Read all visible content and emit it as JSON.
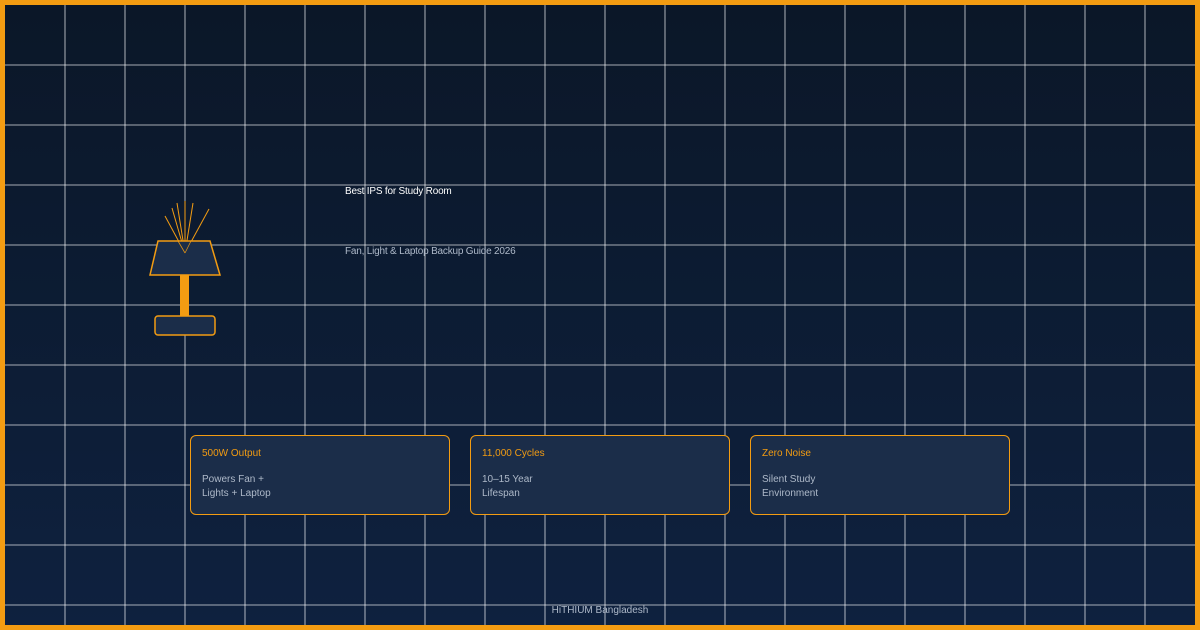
{
  "header": {
    "title": "Best IPS for Study Room",
    "subtitle": "Fan, Light & Laptop Backup Guide 2026"
  },
  "cards": [
    {
      "title": "500W Output",
      "line1": "Powers Fan +",
      "line2": "Lights + Laptop"
    },
    {
      "title": "11,000 Cycles",
      "line1": "10–15 Year",
      "line2": "Lifespan"
    },
    {
      "title": "Zero Noise",
      "line1": "Silent Study",
      "line2": "Environment"
    }
  ],
  "footer": {
    "brand": "HiTHIUM Bangladesh"
  },
  "colors": {
    "accent": "#f39c12",
    "background_top": "#0b1728",
    "background_bottom": "#0e213f",
    "card_background": "#1b2d49",
    "grid_line": "#ffffff"
  },
  "icons": {
    "illustration": "desk-lamp-icon"
  }
}
